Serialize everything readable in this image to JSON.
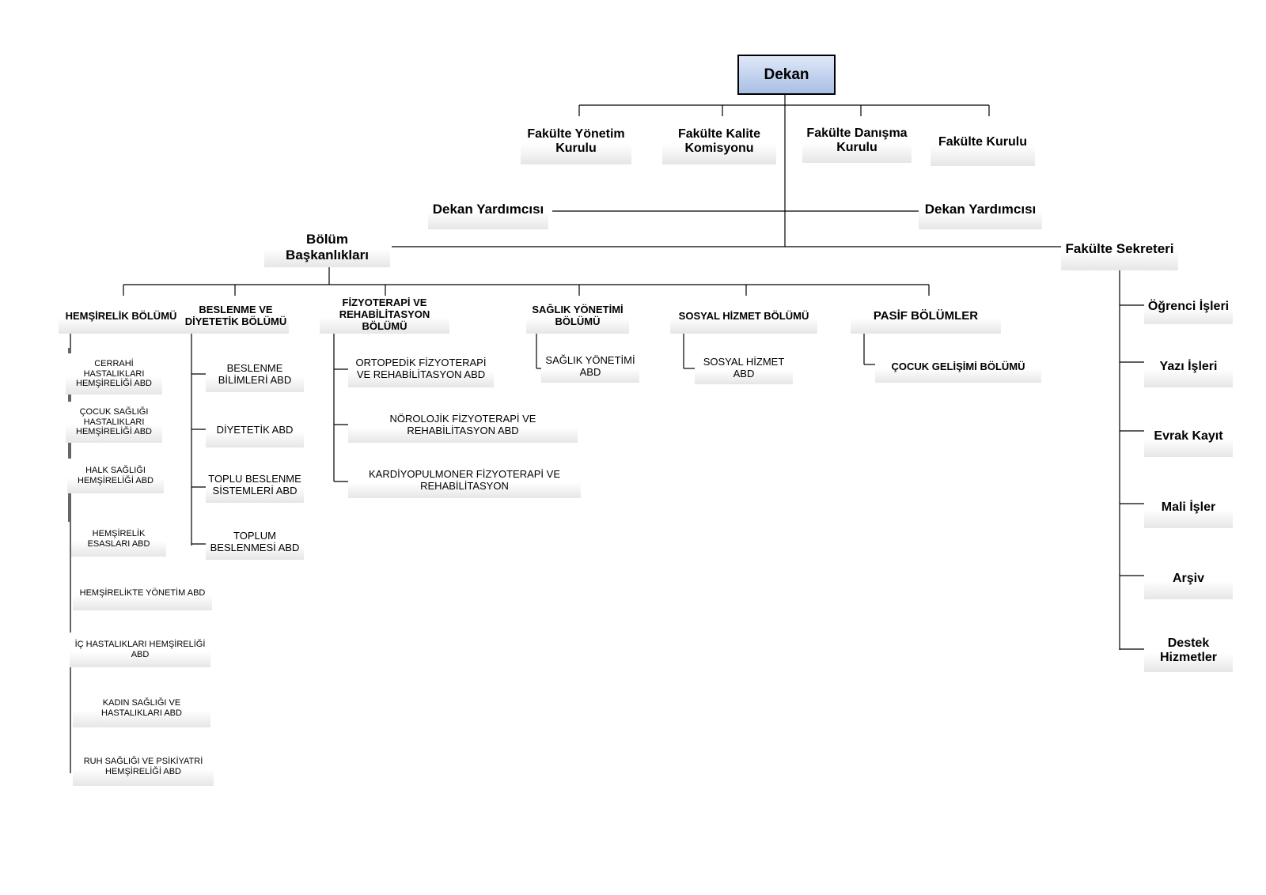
{
  "dean": "Dekan",
  "boards": {
    "management": "Fakülte Yönetim Kurulu",
    "quality": "Fakülte Kalite Komisyonu",
    "advisory": "Fakülte Danışma Kurulu",
    "faculty": "Fakülte Kurulu"
  },
  "vice_dean_left": "Dekan Yardımcısı",
  "vice_dean_right": "Dekan Yardımcısı",
  "department_heads": "Bölüm Başkanlıkları",
  "secretary": "Fakülte Sekreteri",
  "departments": {
    "nursing": "HEMŞİRELİK BÖLÜMÜ",
    "nutrition": "BESLENME VE DİYETETİK BÖLÜMÜ",
    "physio": "FİZYOTERAPİ VE REHABİLİTASYON BÖLÜMÜ",
    "health_mgmt": "SAĞLIK YÖNETİMİ BÖLÜMÜ",
    "social": "SOSYAL HİZMET BÖLÜMÜ",
    "passive": "PASİF BÖLÜMLER"
  },
  "nursing_units": [
    "CERRAHİ HASTALIKLARI HEMŞİRELİĞİ ABD",
    "ÇOCUK SAĞLIĞI HASTALIKLARI HEMŞİRELİĞİ ABD",
    "HALK SAĞLIĞI HEMŞİRELİĞİ ABD",
    "HEMŞİRELİK ESASLARI ABD",
    "HEMŞİRELİKTE YÖNETİM ABD",
    "İÇ HASTALIKLARI HEMŞİRELİĞİ ABD",
    "KADIN SAĞLIĞI VE HASTALIKLARI ABD",
    "RUH SAĞLIĞI VE PSİKİYATRİ HEMŞİRELİĞİ ABD"
  ],
  "nutrition_units": [
    "BESLENME BİLİMLERİ ABD",
    "DİYETETİK ABD",
    "TOPLU BESLENME SİSTEMLERİ ABD",
    "TOPLUM BESLENMESİ ABD"
  ],
  "physio_units": [
    "ORTOPEDİK FİZYOTERAPİ VE REHABİLİTASYON ABD",
    "NÖROLOJİK FİZYOTERAPİ VE REHABİLİTASYON ABD",
    "KARDİYOPULMONER FİZYOTERAPİ VE REHABİLİTASYON"
  ],
  "health_mgmt_units": [
    "SAĞLIK YÖNETİMİ ABD"
  ],
  "social_units": [
    "SOSYAL HİZMET ABD"
  ],
  "passive_units": [
    "ÇOCUK GELİŞİMİ BÖLÜMÜ"
  ],
  "secretary_units": [
    "Öğrenci İşleri",
    "Yazı İşleri",
    "Evrak Kayıt",
    "Mali İşler",
    "Arşiv",
    "Destek Hizmetler"
  ]
}
